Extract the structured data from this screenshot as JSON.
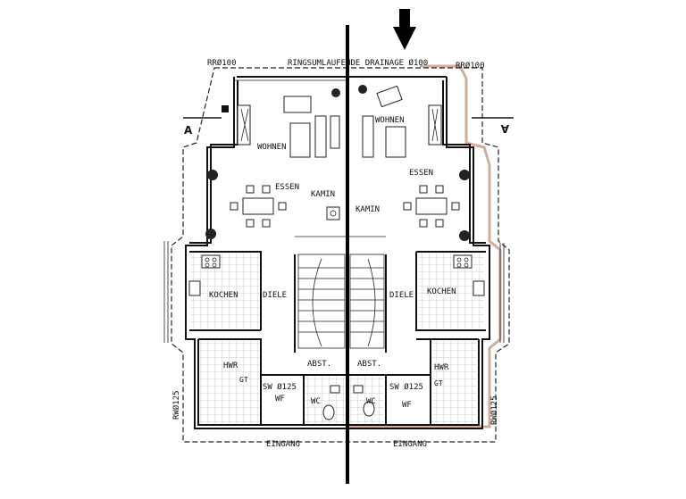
{
  "labels": {
    "drainage": "RINGSUMLAUFENDE DRAINAGE Ø100",
    "rr_left": "RRØ100",
    "rr_right": "RRØ100",
    "section_a": "A",
    "rw_left": "RWØ125",
    "rw_right": "RWØ125",
    "left": {
      "wohnen": "WOHNEN",
      "essen": "ESSEN",
      "kamin": "KAMIN",
      "kochen": "KOCHEN",
      "diele": "DIELE",
      "hwr": "HWR",
      "gt": "GT",
      "abst": "ABST.",
      "sw": "SW Ø125",
      "wf": "WF",
      "wc": "WC",
      "eingang": "EINGANG"
    },
    "right": {
      "wohnen": "WOHNEN",
      "essen": "ESSEN",
      "kamin": "KAMIN",
      "kochen": "KOCHEN",
      "diele": "DIELE",
      "hwr": "HWR",
      "gt": "GT",
      "abst": "ABST.",
      "sw": "SW Ø125",
      "wf": "WF",
      "wc": "WC",
      "eingang": "EINGANG"
    }
  },
  "colors": {
    "ink": "#111111",
    "highlight_border": "#c8a089",
    "divider": "#000000"
  },
  "icons": {
    "arrow": "down-arrow-icon",
    "plant": "plant-icon"
  }
}
